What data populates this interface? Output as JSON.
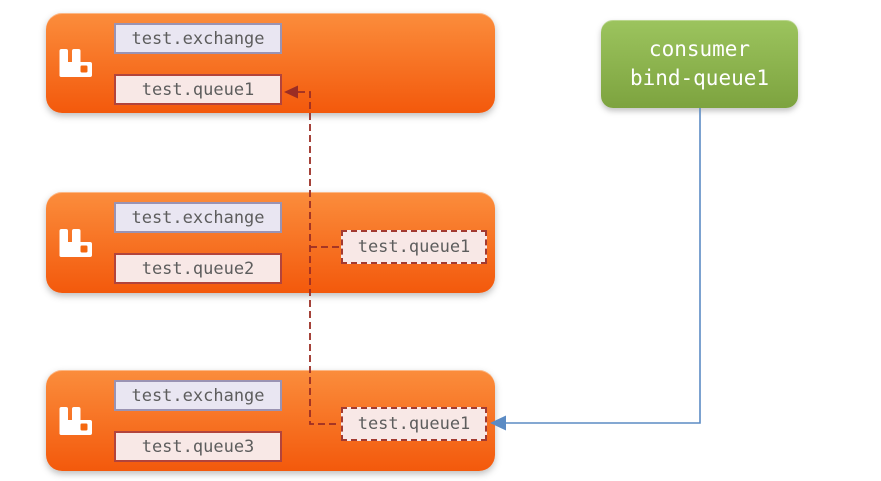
{
  "diagram": {
    "brokers": [
      {
        "icon": "rabbitmq-logo",
        "exchange_label": "test.exchange",
        "queue_label": "test.queue1"
      },
      {
        "icon": "rabbitmq-logo",
        "exchange_label": "test.exchange",
        "queue_label": "test.queue2"
      },
      {
        "icon": "rabbitmq-logo",
        "exchange_label": "test.exchange",
        "queue_label": "test.queue3"
      }
    ],
    "mirrored_queues": [
      {
        "label": "test.queue1"
      },
      {
        "label": "test.queue1"
      }
    ],
    "consumer": {
      "line1": "consumer",
      "line2": "bind-queue1"
    }
  },
  "colors": {
    "broker-top": "#fb8d3c",
    "broker-bottom": "#f3590c",
    "exchange-bg": "#e9e6f2",
    "exchange-border": "#9a93b3",
    "queue-bg": "#f8e8e6",
    "queue-border": "#b2443c",
    "mirror-border": "#a23a31",
    "label-text": "#5d5d5d",
    "consumer-top": "#9cc45e",
    "consumer-bottom": "#7da33f",
    "consumer-text": "#ffffff",
    "connector-red": "#9b2d24",
    "connector-blue": "#5b8bc4",
    "icon-white": "#ffffff",
    "icon-hole": "#f5680f"
  }
}
